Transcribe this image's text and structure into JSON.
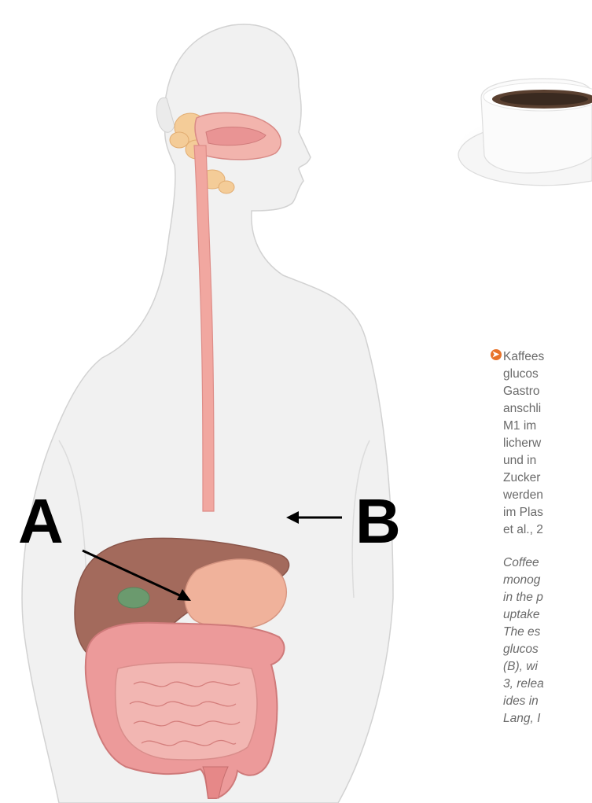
{
  "labels": {
    "a": "A",
    "b": "B"
  },
  "caption": {
    "marker_color": "#e8732a",
    "de_lines": [
      "Kaffees",
      "glucos",
      "Gastro",
      "anschli",
      "M1 im",
      "licherw",
      "und in",
      "Zucker",
      "werden",
      "im Plas",
      "et al., 2"
    ],
    "en_lines": [
      "Coffee",
      "monog",
      "in the p",
      "uptake",
      "The es",
      "glucos",
      "(B), wi",
      "3, relea",
      "ides in",
      "Lang, I"
    ]
  }
}
